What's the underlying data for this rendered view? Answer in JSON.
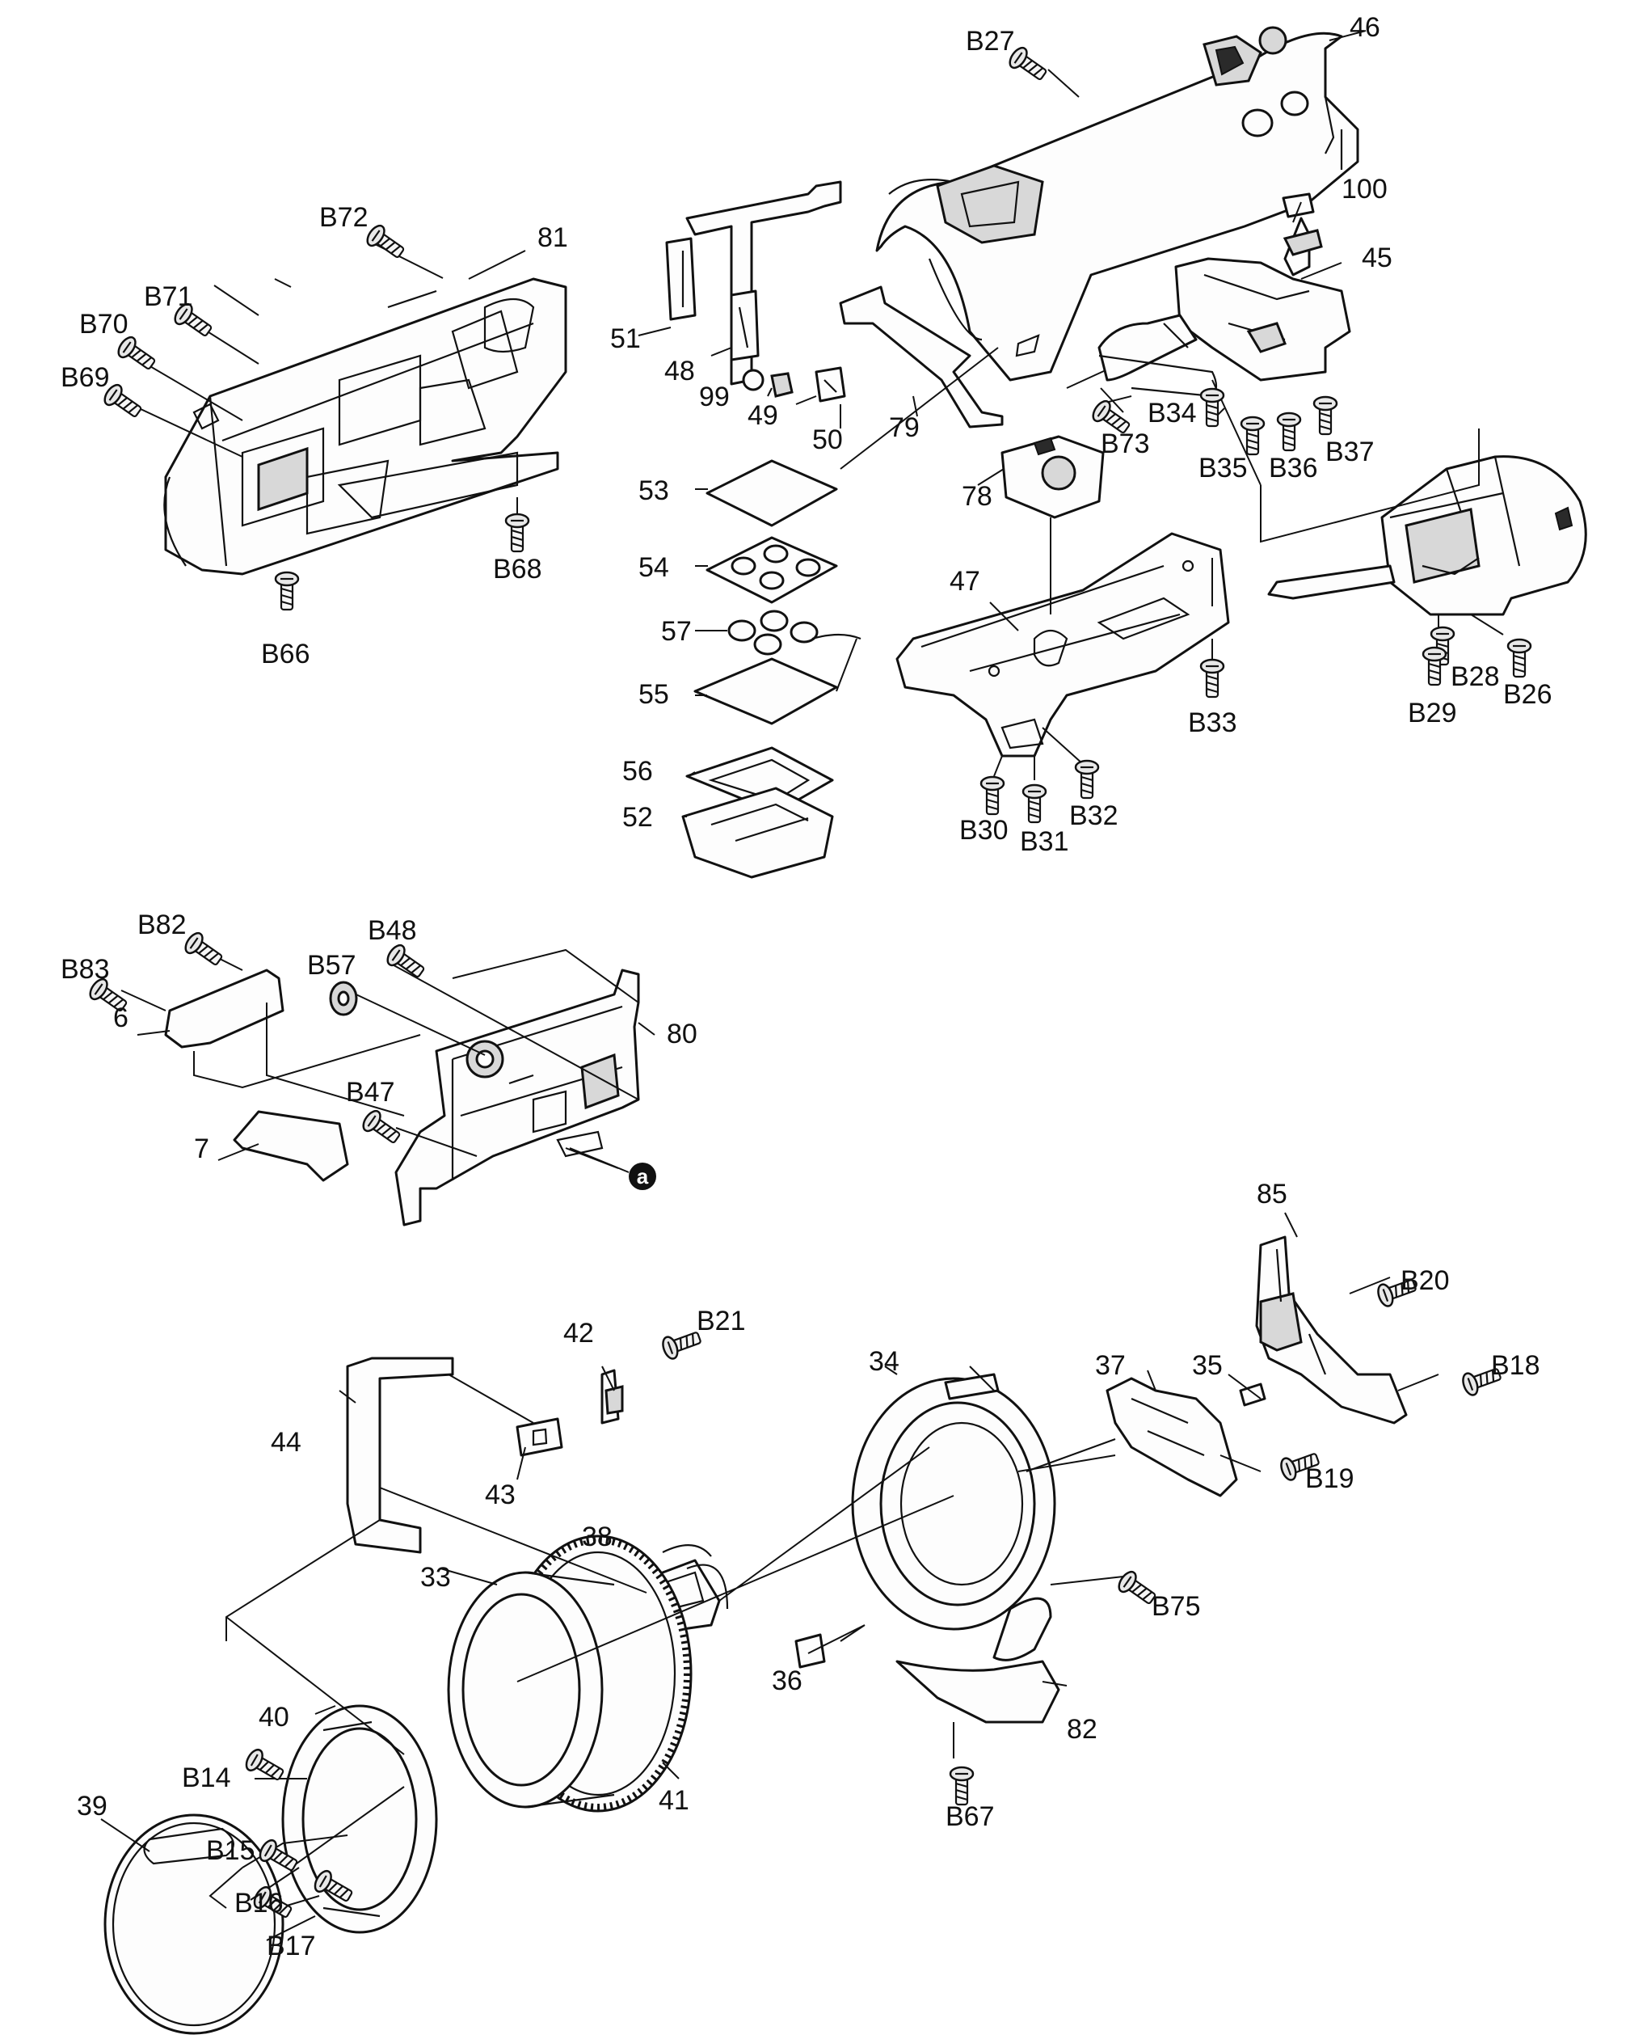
{
  "labels": [
    {
      "id": "46",
      "text": "46"
    },
    {
      "id": "B27",
      "text": "B27"
    },
    {
      "id": "100",
      "text": "100"
    },
    {
      "id": "45",
      "text": "45"
    },
    {
      "id": "B72",
      "text": "B72"
    },
    {
      "id": "81",
      "text": "81"
    },
    {
      "id": "B71",
      "text": "B71"
    },
    {
      "id": "B70",
      "text": "B70"
    },
    {
      "id": "B69",
      "text": "B69"
    },
    {
      "id": "B68",
      "text": "B68"
    },
    {
      "id": "B66",
      "text": "B66"
    },
    {
      "id": "51",
      "text": "51"
    },
    {
      "id": "48",
      "text": "48"
    },
    {
      "id": "99",
      "text": "99"
    },
    {
      "id": "49",
      "text": "49"
    },
    {
      "id": "50",
      "text": "50"
    },
    {
      "id": "79",
      "text": "79"
    },
    {
      "id": "B73",
      "text": "B73"
    },
    {
      "id": "B34",
      "text": "B34"
    },
    {
      "id": "B35",
      "text": "B35"
    },
    {
      "id": "B36",
      "text": "B36"
    },
    {
      "id": "B37",
      "text": "B37"
    },
    {
      "id": "53",
      "text": "53"
    },
    {
      "id": "78",
      "text": "78"
    },
    {
      "id": "54",
      "text": "54"
    },
    {
      "id": "47",
      "text": "47"
    },
    {
      "id": "57",
      "text": "57"
    },
    {
      "id": "55",
      "text": "55"
    },
    {
      "id": "B33",
      "text": "B33"
    },
    {
      "id": "B28",
      "text": "B28"
    },
    {
      "id": "B29",
      "text": "B29"
    },
    {
      "id": "B26",
      "text": "B26"
    },
    {
      "id": "56",
      "text": "56"
    },
    {
      "id": "52",
      "text": "52"
    },
    {
      "id": "B30",
      "text": "B30"
    },
    {
      "id": "B31",
      "text": "B31"
    },
    {
      "id": "B32",
      "text": "B32"
    },
    {
      "id": "B82",
      "text": "B82"
    },
    {
      "id": "B48",
      "text": "B48"
    },
    {
      "id": "B83",
      "text": "B83"
    },
    {
      "id": "B57",
      "text": "B57"
    },
    {
      "id": "6",
      "text": "6"
    },
    {
      "id": "80",
      "text": "80"
    },
    {
      "id": "B47",
      "text": "B47"
    },
    {
      "id": "7",
      "text": "7"
    },
    {
      "id": "85",
      "text": "85"
    },
    {
      "id": "B20",
      "text": "B20"
    },
    {
      "id": "42",
      "text": "42"
    },
    {
      "id": "B21",
      "text": "B21"
    },
    {
      "id": "34",
      "text": "34"
    },
    {
      "id": "37",
      "text": "37"
    },
    {
      "id": "35",
      "text": "35"
    },
    {
      "id": "B18",
      "text": "B18"
    },
    {
      "id": "44",
      "text": "44"
    },
    {
      "id": "43",
      "text": "43"
    },
    {
      "id": "B19",
      "text": "B19"
    },
    {
      "id": "38",
      "text": "38"
    },
    {
      "id": "33",
      "text": "33"
    },
    {
      "id": "B75",
      "text": "B75"
    },
    {
      "id": "36",
      "text": "36"
    },
    {
      "id": "82",
      "text": "82"
    },
    {
      "id": "40",
      "text": "40"
    },
    {
      "id": "B14",
      "text": "B14"
    },
    {
      "id": "41",
      "text": "41"
    },
    {
      "id": "B67",
      "text": "B67"
    },
    {
      "id": "39",
      "text": "39"
    },
    {
      "id": "B15",
      "text": "B15"
    },
    {
      "id": "B16",
      "text": "B16"
    },
    {
      "id": "B17",
      "text": "B17"
    }
  ],
  "marker": {
    "text": "a"
  }
}
